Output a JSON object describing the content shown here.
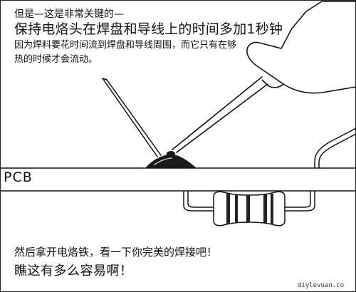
{
  "captions": {
    "top_line_1": "但是—这是非常关键的—",
    "top_line_2": "保持电烙头在焊盘和导线上的时间多加1秒钟",
    "top_line_3": "因为焊料要花时间流到焊盘和导线周围，而它只有在够",
    "top_line_4": "热的时候才会流动。",
    "bottom_line_1": "然后拿开电烙铁，看一下你完美的焊接吧！",
    "bottom_line_2": "瞧这有多么容易啊！"
  },
  "board": {
    "label": "PCB"
  },
  "watermark": "diylevuan.co",
  "colors": {
    "ink": "#111111",
    "solder": "#1a1a1a",
    "paper": "#ffffff"
  }
}
